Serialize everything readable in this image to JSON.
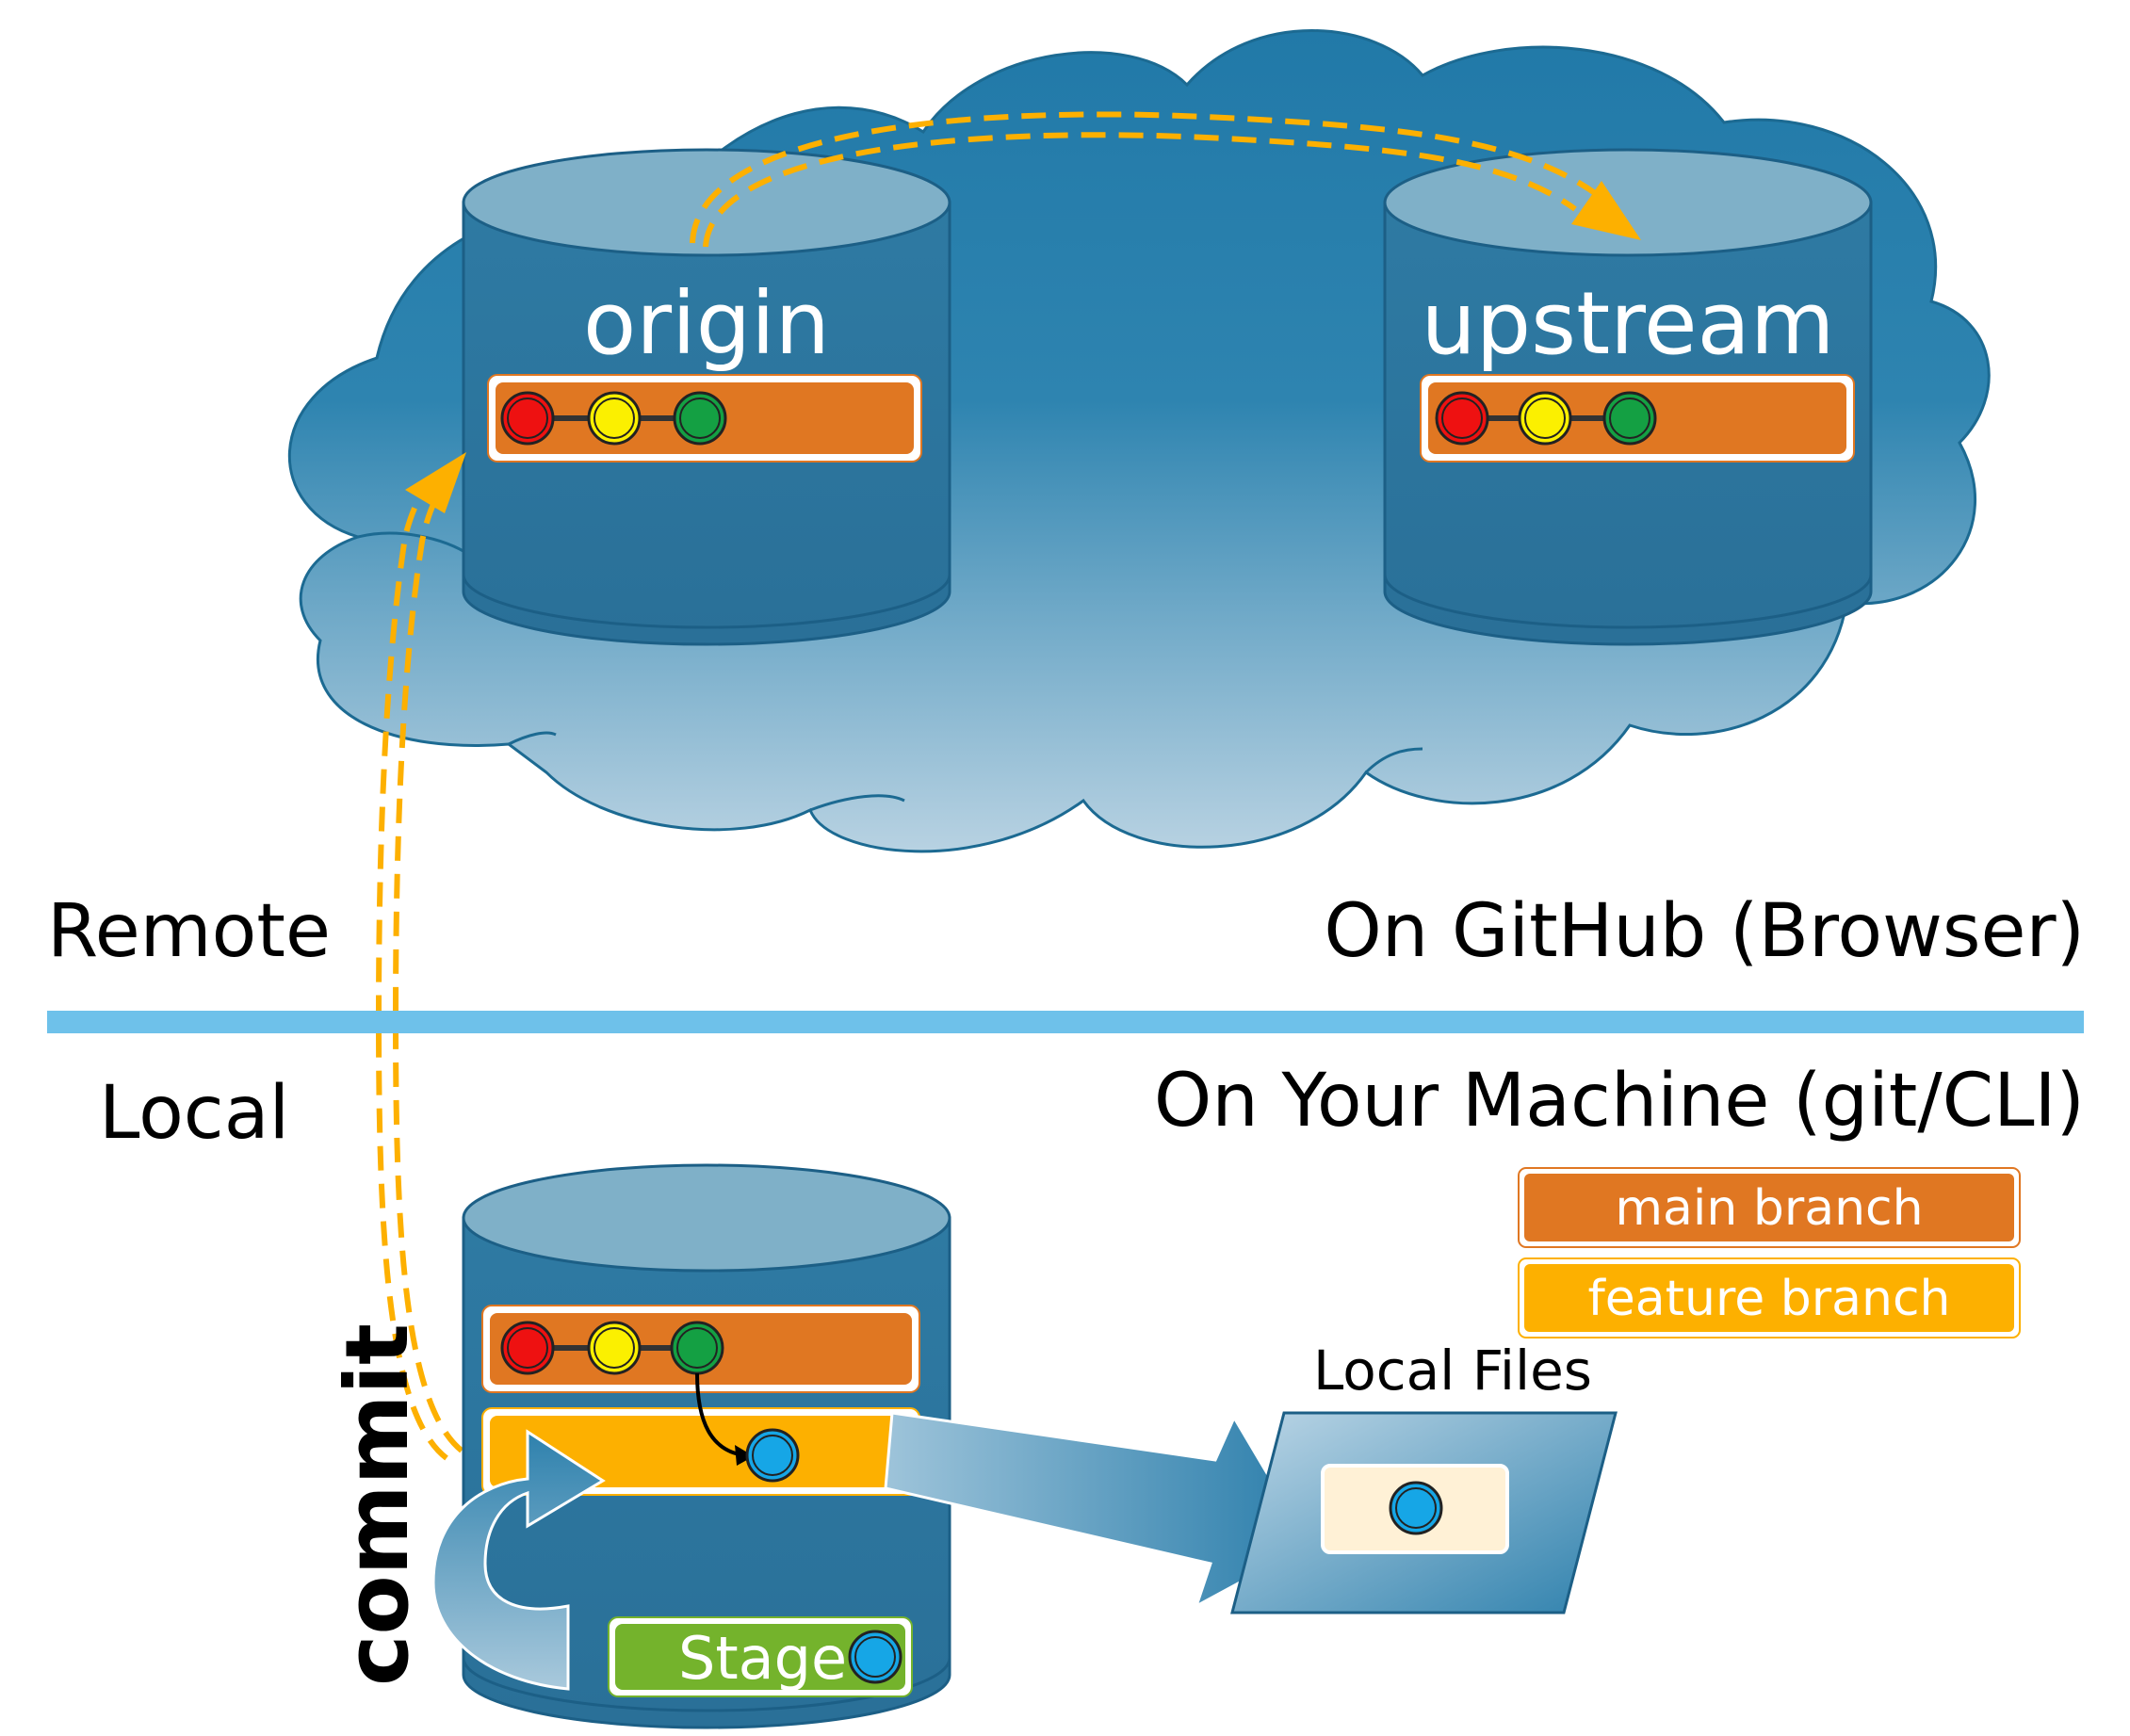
{
  "labels": {
    "remote": "Remote",
    "on_github": "On GitHub (Browser)",
    "local": "Local",
    "on_machine": "On Your Machine (git/CLI)",
    "local_files": "Local Files",
    "stage": "Stage",
    "commit": "commit"
  },
  "repos": {
    "origin": "origin",
    "upstream": "upstream"
  },
  "legend": {
    "main_branch": "main branch",
    "feature_branch": "feature branch"
  },
  "colors": {
    "cloud": "#2a7fa8",
    "cylinder_body": "#2e7aa3",
    "cylinder_top": "#7fb0c8",
    "main_branch": "#e07722",
    "feature_branch": "#fdb000",
    "stage": "#74b32c",
    "divider": "#6ec1ea",
    "arrow_dashed": "#fdb000",
    "commit_red": "#ee1111",
    "commit_yellow": "#fbf000",
    "commit_green": "#14a043",
    "commit_blue": "#16a6e6"
  },
  "icons": {
    "cloud": "cloud-icon",
    "repository": "database-cylinder-icon",
    "commit": "commit-dot-icon"
  }
}
